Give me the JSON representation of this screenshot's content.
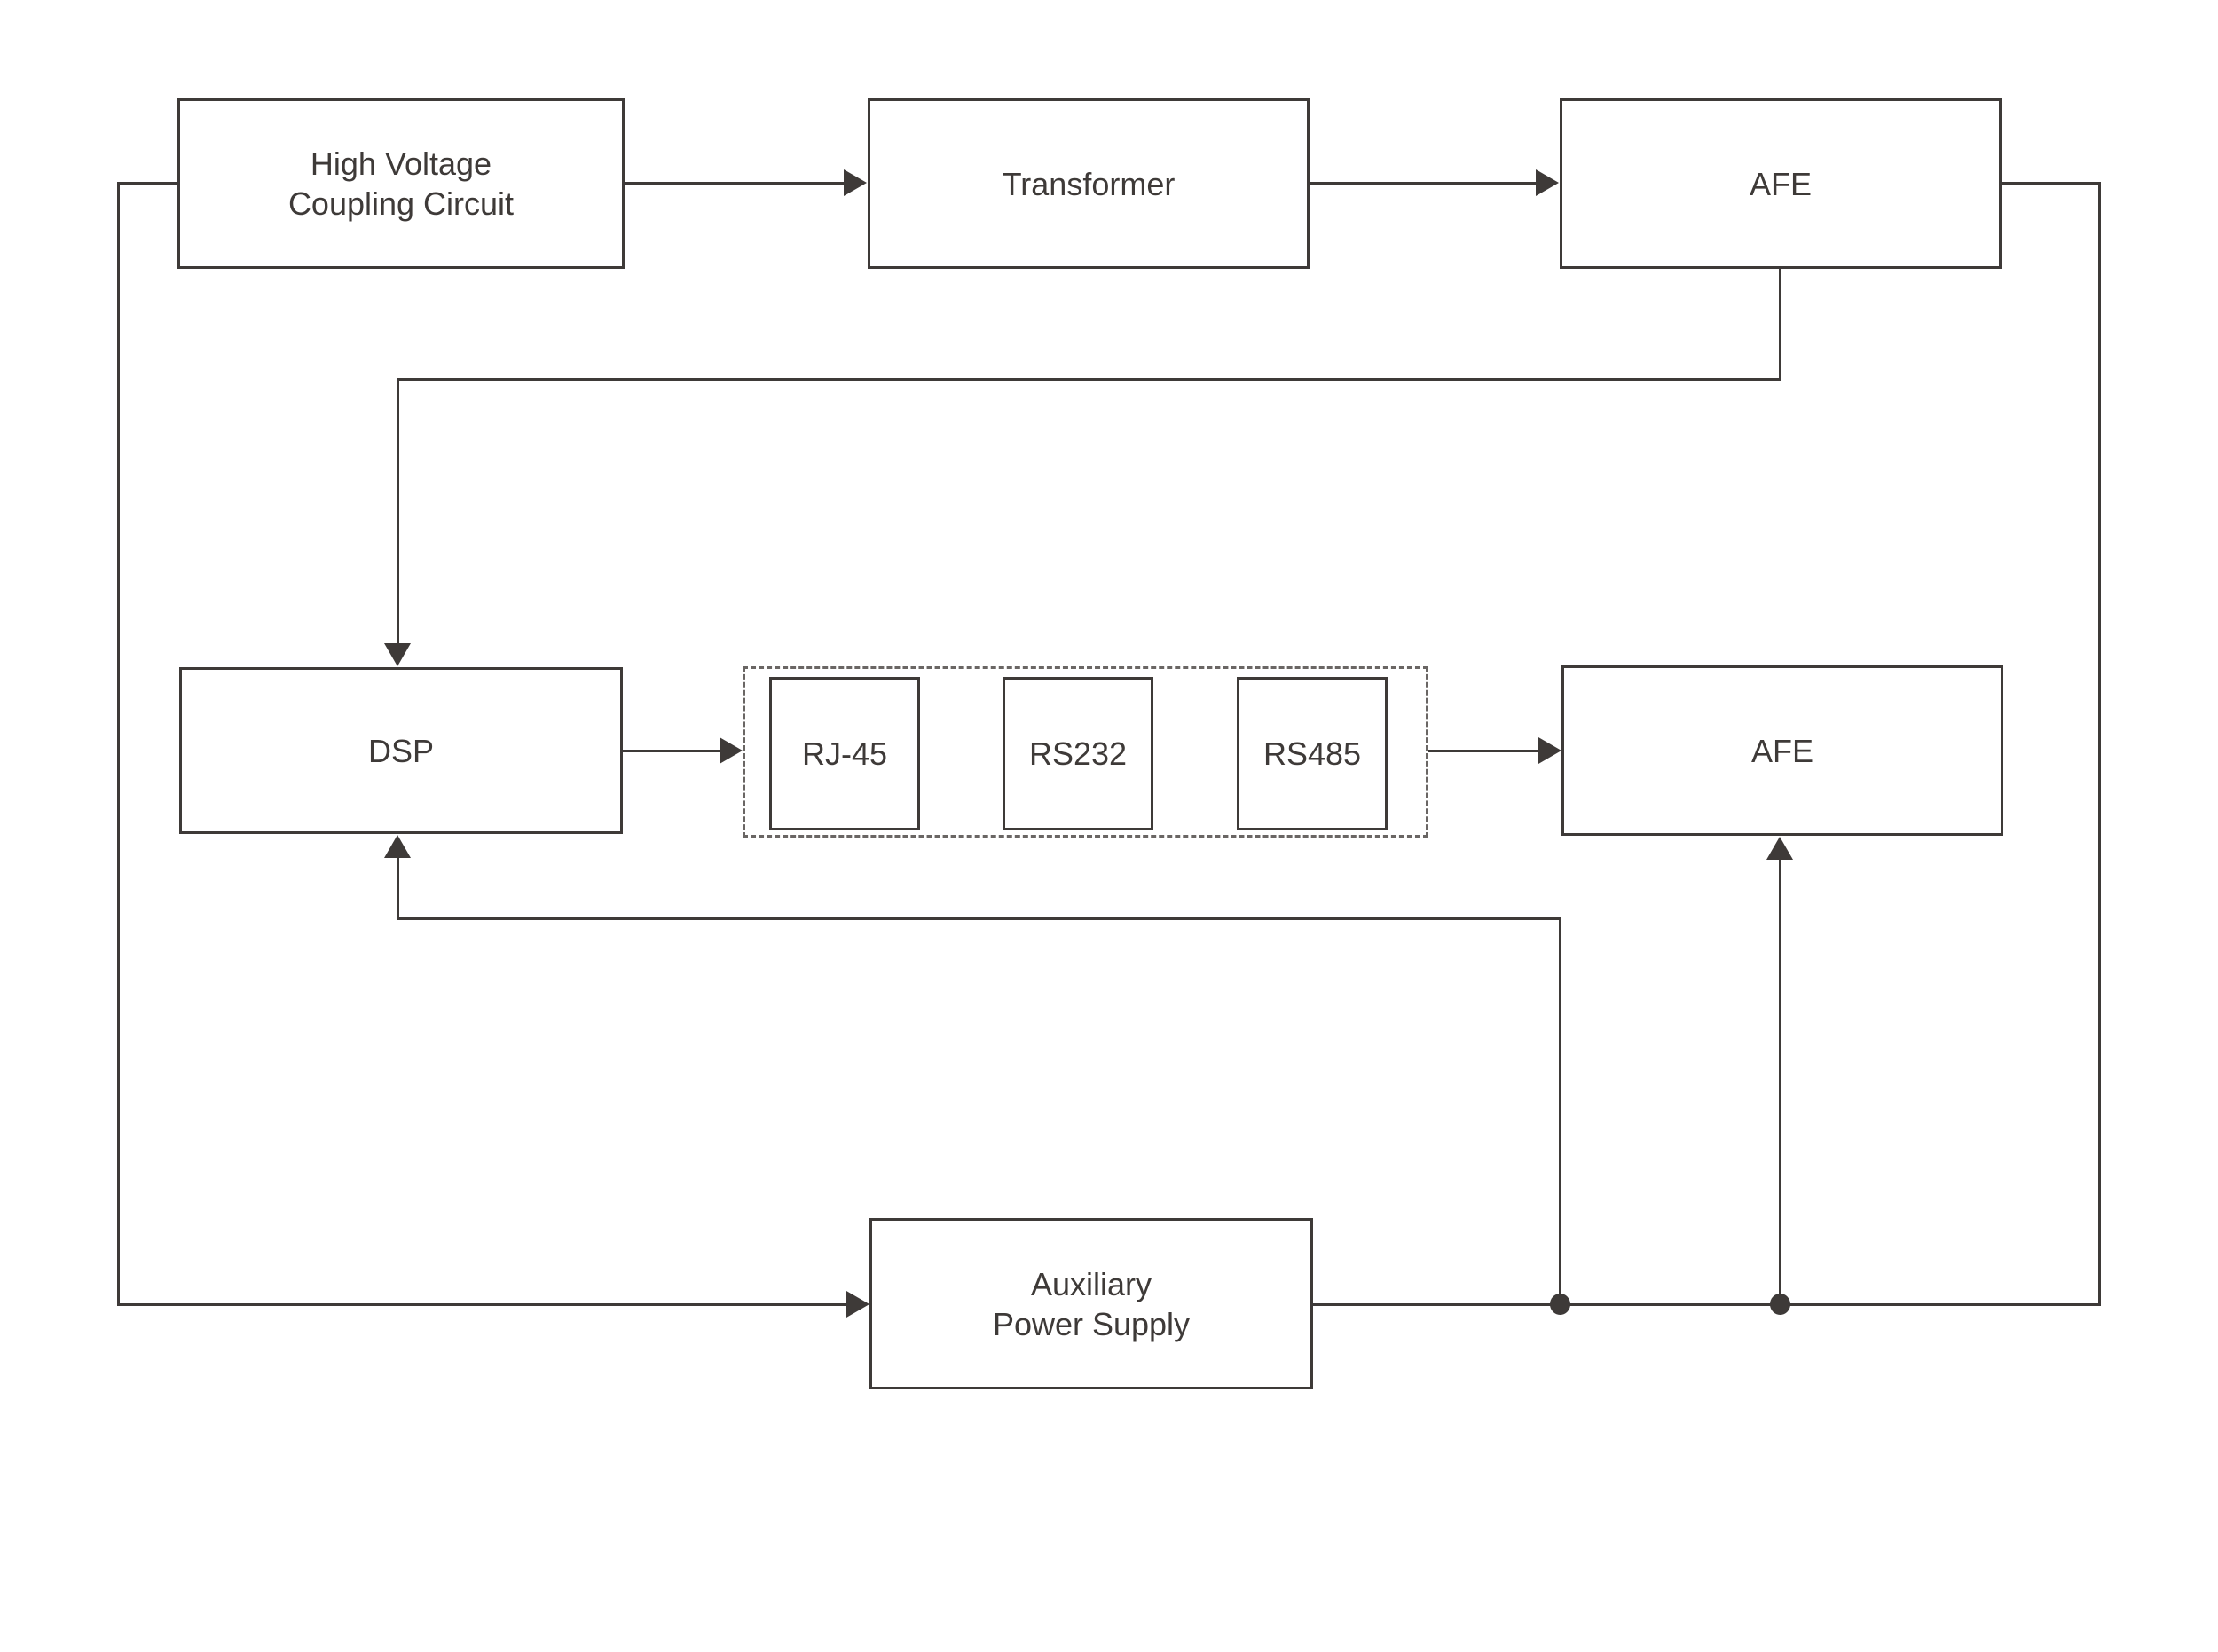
{
  "diagram": {
    "background": "#ffffff",
    "line_color": "#3e3a38",
    "text_color": "#3e3a38",
    "dashed_border_color": "#6a6664"
  },
  "nodes": {
    "hvcc": {
      "label": "High Voltage\nCoupling Circuit"
    },
    "transformer": {
      "label": "Transformer"
    },
    "afe_top": {
      "label": "AFE"
    },
    "dsp": {
      "label": "DSP"
    },
    "rj45": {
      "label": "RJ-45"
    },
    "rs232": {
      "label": "RS232"
    },
    "rs485": {
      "label": "RS485"
    },
    "afe_mid": {
      "label": "AFE"
    },
    "aux": {
      "label": "Auxiliary\nPower Supply"
    }
  },
  "edges": [
    {
      "from": "High Voltage Coupling Circuit",
      "to": "Transformer",
      "arrowhead": true
    },
    {
      "from": "Transformer",
      "to": "AFE (top)",
      "arrowhead": true
    },
    {
      "from": "AFE (top)",
      "to": "DSP",
      "arrowhead": true
    },
    {
      "from": "DSP",
      "to": "Interface group (RJ-45 / RS232 / RS485)",
      "arrowhead": true
    },
    {
      "from": "Interface group (RJ-45 / RS232 / RS485)",
      "to": "AFE (middle)",
      "arrowhead": true
    },
    {
      "from": "High Voltage Coupling Circuit",
      "to": "Auxiliary Power Supply",
      "arrowhead": true
    },
    {
      "from": "AFE (top)",
      "to": "Auxiliary Power Supply output rail",
      "arrowhead": false
    },
    {
      "from": "Auxiliary Power Supply output rail (junction 1)",
      "to": "DSP",
      "arrowhead": true
    },
    {
      "from": "Auxiliary Power Supply output rail (junction 2)",
      "to": "AFE (middle)",
      "arrowhead": true
    }
  ]
}
